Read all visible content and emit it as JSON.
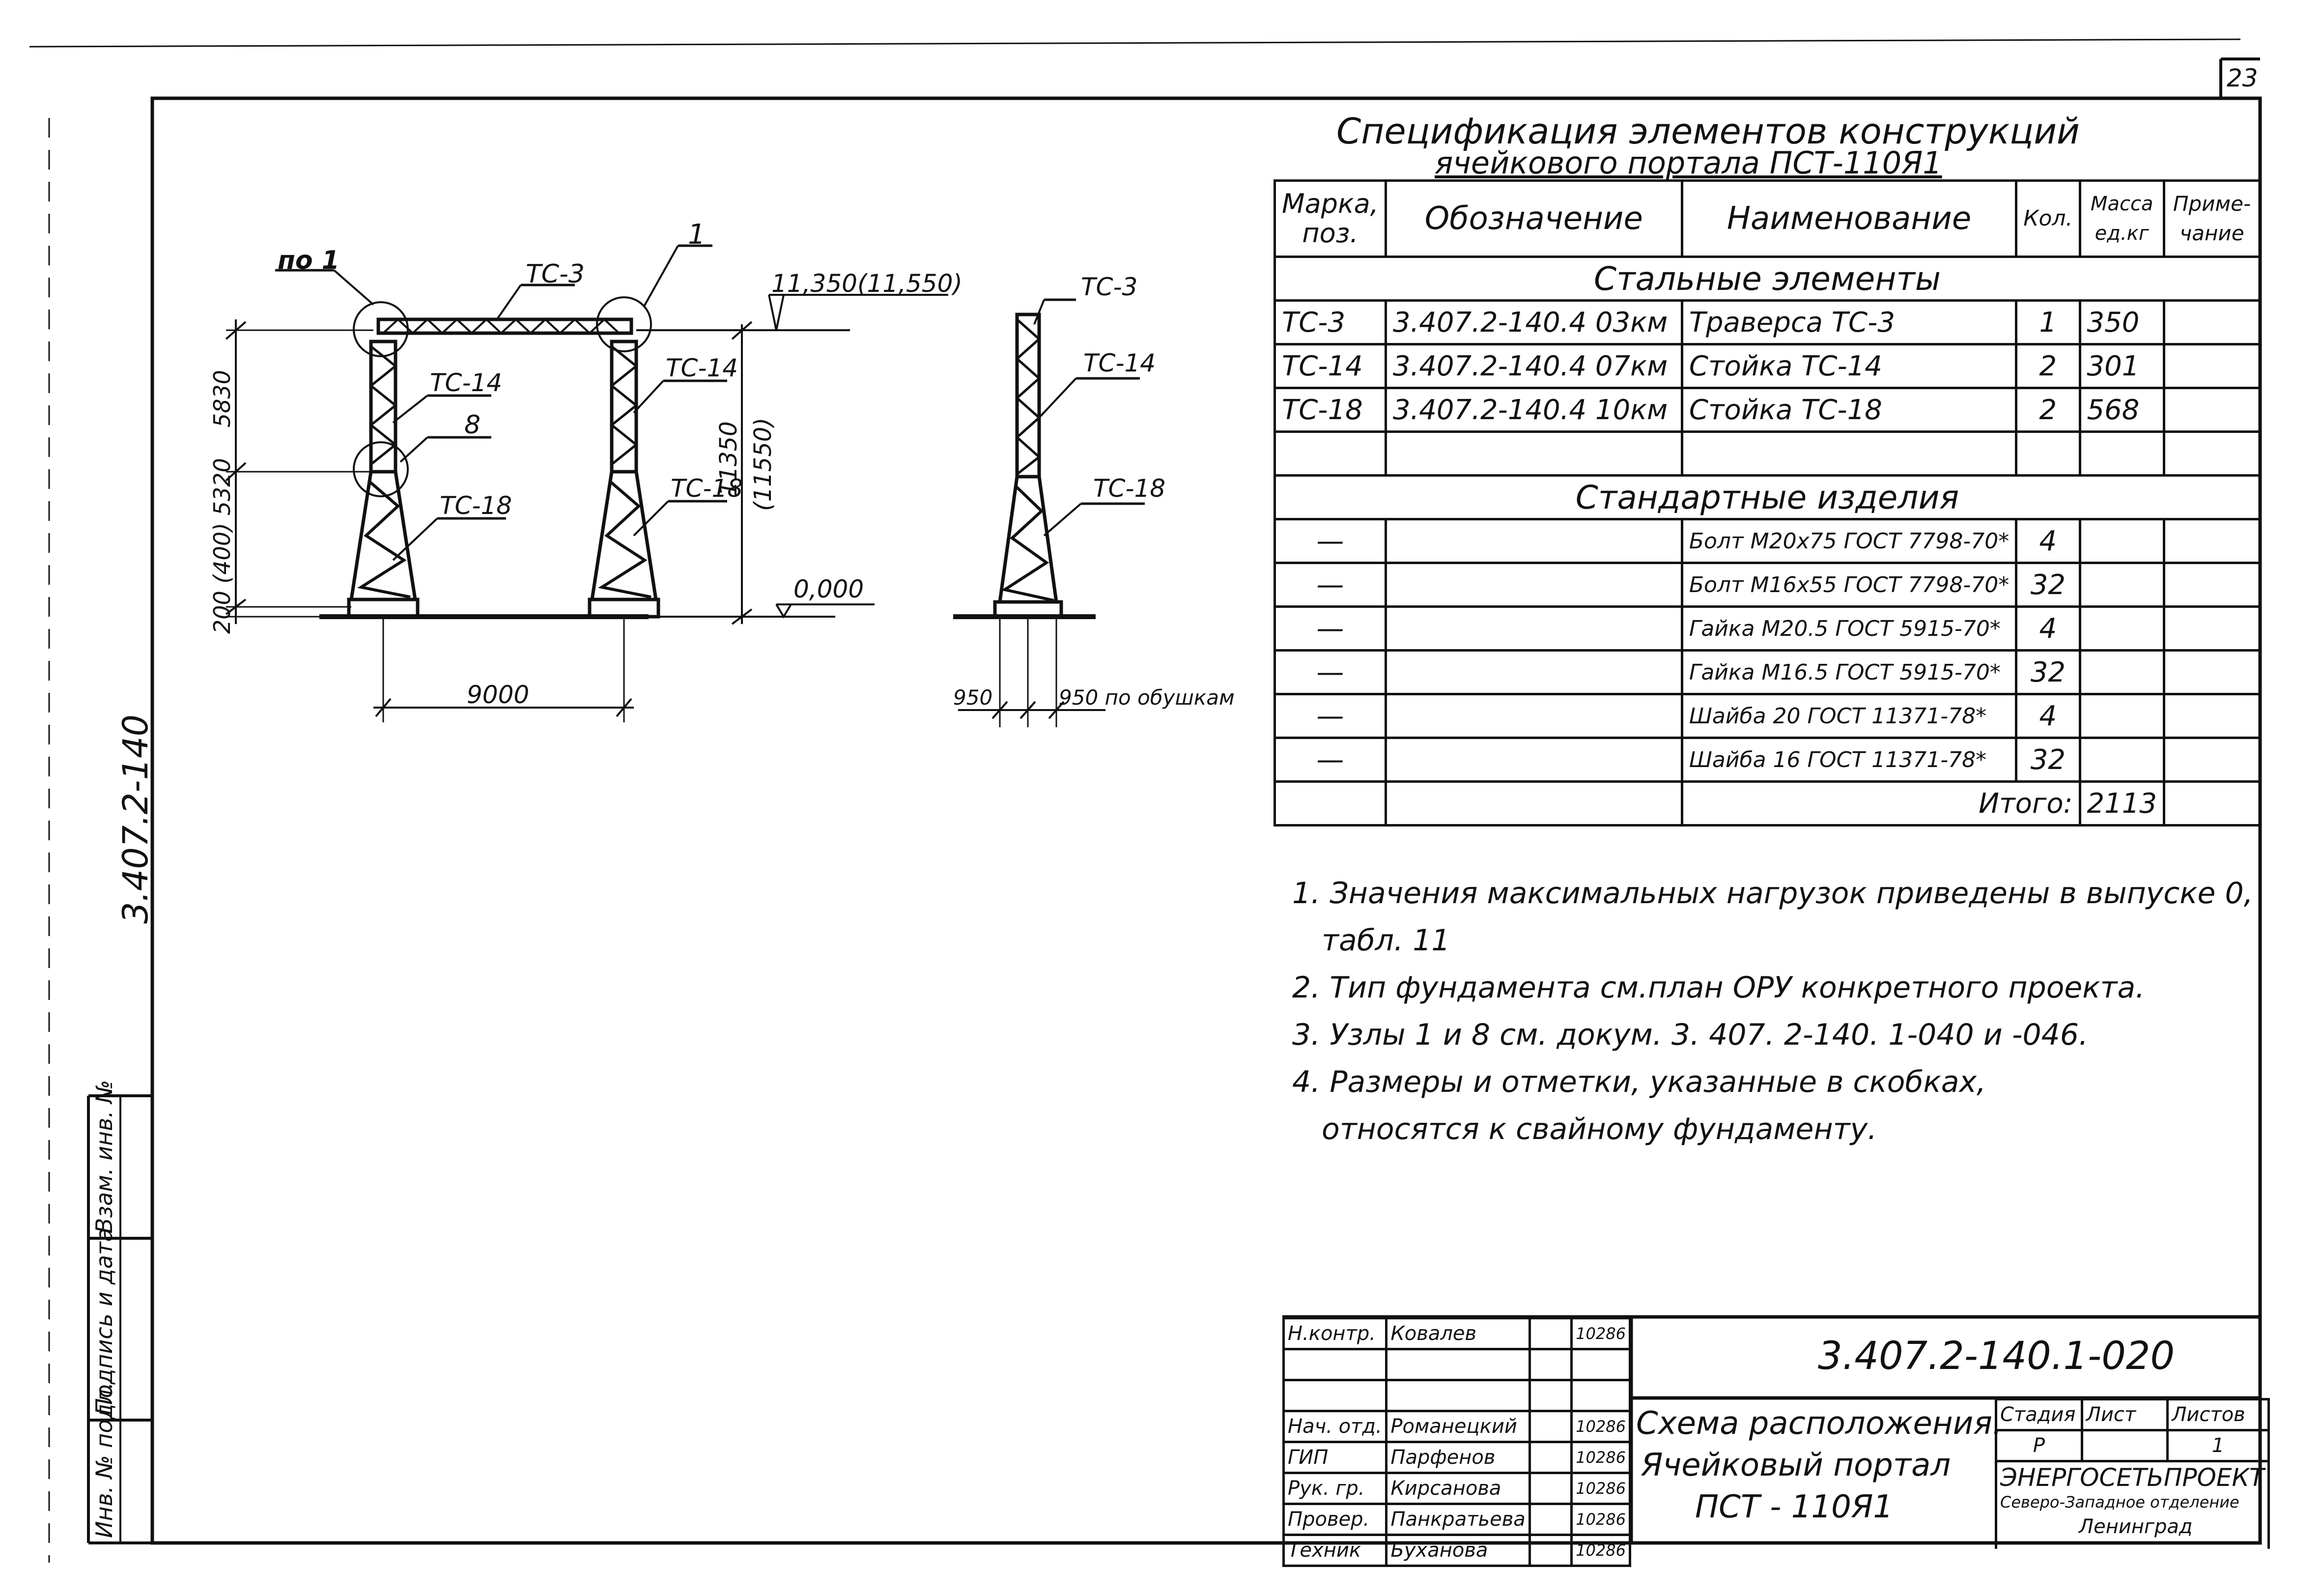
{
  "sheet": {
    "number": "23",
    "doc_code": "3.407.2-140"
  },
  "drawing": {
    "label_uz1": "по 1",
    "label_uz8": "8",
    "label_1": "1",
    "tc3": "ТС-3",
    "tc14": "ТС-14",
    "tc18": "ТС-18",
    "elev_top": "11,350(11,550)",
    "elev_zero": "0,000",
    "dim_5830": "5830",
    "dim_5320": "200 (400) 5320",
    "dim_11350": "11350",
    "dim_11550": "(11550)",
    "dim_9000": "9000",
    "dim_950a": "950",
    "dim_950b": "950 по обушкам"
  },
  "spec": {
    "title_line1": "Спецификация элементов конструкций",
    "title_line2": "ячейкового портала ПСТ-110Я1",
    "headers": [
      "Марка, поз.",
      "Обозначение",
      "Наименование",
      "Кол.",
      "Масса ед.кг",
      "Приме-чание"
    ],
    "section_steel": "Стальные элементы",
    "steel_rows": [
      [
        "ТС-3",
        "3.407.2-140.4 03км",
        "Траверса ТС-3",
        "1",
        "350",
        ""
      ],
      [
        "ТС-14",
        "3.407.2-140.4 07км",
        "Стойка ТС-14",
        "2",
        "301",
        ""
      ],
      [
        "ТС-18",
        "3.407.2-140.4 10км",
        "Стойка ТС-18",
        "2",
        "568",
        ""
      ]
    ],
    "section_std": "Стандартные изделия",
    "std_rows": [
      [
        "—",
        "",
        "Болт М20х75 ГОСТ 7798-70*",
        "4",
        "",
        ""
      ],
      [
        "—",
        "",
        "Болт М16х55 ГОСТ 7798-70*",
        "32",
        "",
        ""
      ],
      [
        "—",
        "",
        "Гайка М20.5 ГОСТ 5915-70*",
        "4",
        "",
        ""
      ],
      [
        "—",
        "",
        "Гайка М16.5 ГОСТ 5915-70*",
        "32",
        "",
        ""
      ],
      [
        "—",
        "",
        "Шайба 20 ГОСТ 11371-78*",
        "4",
        "",
        ""
      ],
      [
        "—",
        "",
        "Шайба 16 ГОСТ 11371-78*",
        "32",
        "",
        ""
      ]
    ],
    "total_label": "Итого:",
    "total_value": "2113"
  },
  "notes": [
    "1. Значения максимальных нагрузок приведены в выпуске 0,",
    "табл. 11",
    "2. Тип фундамента см.план ОРУ конкретного проекта.",
    "3. Узлы 1 и 8 см. докум. 3. 407. 2-140. 1-040 и -046.",
    "4. Размеры и отметки, указанные в скобках,",
    "относятся к свайному фундаменту."
  ],
  "title_block": {
    "code": "3.407.2-140.1-020",
    "title_lines": [
      "Схема расположения.",
      "Ячейковый портал",
      "ПСТ - 110Я1"
    ],
    "rows": [
      [
        "Н.контр.",
        "Ковалев",
        "",
        "10286"
      ],
      [
        "Нач. отд.",
        "Романецкий",
        "",
        "10286"
      ],
      [
        "ГИП",
        "Парфенов",
        "",
        "10286"
      ],
      [
        "Рук. гр.",
        "Кирсанова",
        "",
        "10286"
      ],
      [
        "Провер.",
        "Панкратьева",
        "",
        "10286"
      ],
      [
        "Техник",
        "Буханова",
        "",
        "10286"
      ]
    ],
    "stage_label": "Стадия",
    "sheet_label": "Лист",
    "sheets_label": "Листов",
    "stage_value": "Р",
    "sheets_value": "1",
    "org_name": "ЭНЕРГОСЕТЬПРОЕКТ",
    "org_branch": "Северо-Западное отделение",
    "org_city": "Ленинград"
  },
  "left_strip": [
    "Инв. № подл.",
    "Подпись и дата",
    "Взам. инв. №"
  ]
}
